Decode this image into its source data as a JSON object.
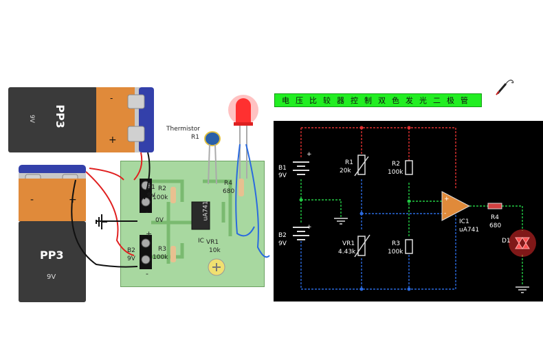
{
  "title": "电压比较器控制双色发光二极管",
  "batteries": {
    "top": {
      "brand": "PP3",
      "voltage": "9V",
      "minus": "-",
      "plus": "+"
    },
    "bottom": {
      "brand": "PP3",
      "voltage": "9V",
      "minus": "-",
      "plus": "+"
    }
  },
  "breadboard": {
    "thermistor_label": "Thermistor",
    "thermistor_ref": "R1",
    "b1": "B1",
    "b1_v": "9V",
    "r2": "R2",
    "r2_v": "100k",
    "zero_v": "0V",
    "r3": "R3",
    "r3_v": "100k",
    "b2": "B2",
    "b2_v": "9V",
    "ic_chip": "uA741",
    "ic_ref": "IC",
    "vr1": "VR1",
    "vr1_v": "10k",
    "r4": "R4",
    "r4_v": "680",
    "plus": "+",
    "minus": "-"
  },
  "schematic": {
    "b1": "B1",
    "b1_v": "9V",
    "b2": "B2",
    "b2_v": "9V",
    "r1": "R1",
    "r1_v": "20k",
    "r2": "R2",
    "r2_v": "100k",
    "r3": "R3",
    "r3_v": "100k",
    "vr1": "VR1",
    "vr1_v": "4.43k",
    "ic1": "IC1",
    "ic1_v": "uA741",
    "r4": "R4",
    "r4_v": "680",
    "d1": "D1",
    "plus": "+",
    "minus": "-"
  },
  "colors": {
    "title_bg": "#22ee22",
    "pcb": "#a8d8a0",
    "battery_orange": "#e08a3a",
    "battery_dark": "#3a3a3a",
    "battery_cap": "#3340aa",
    "wire_red": "#e02020",
    "wire_blue": "#2a6adf",
    "wire_green": "#22cc44",
    "led_red": "#ff3030"
  },
  "icons": {
    "probe": "test-probe-icon",
    "ground": "ground-icon",
    "led": "led-icon"
  }
}
